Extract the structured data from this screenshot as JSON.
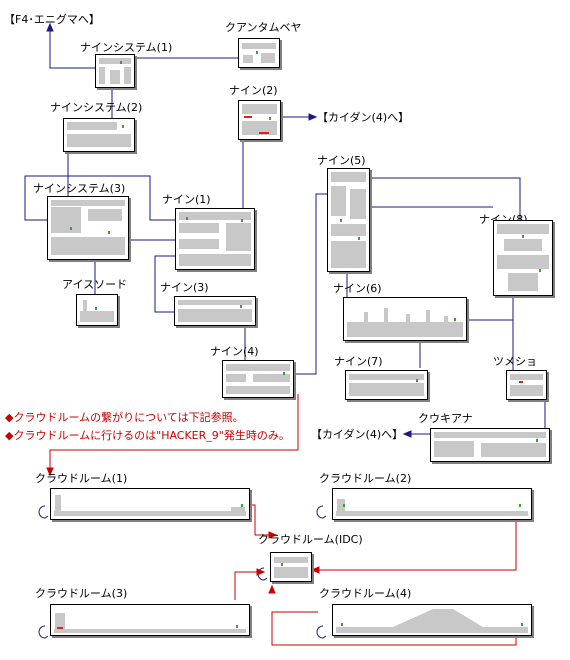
{
  "labels": {
    "to_f4": "【F4･エニグマへ】",
    "quantum": "クアンタムベヤ",
    "ninesys1": "ナインシステム(1)",
    "ninesys2": "ナインシステム(2)",
    "ninesys3": "ナインシステム(3)",
    "nine2": "ナイン(2)",
    "to_kaidan_top": "【カイダン(4)へ】",
    "nine1": "ナイン(1)",
    "nine3": "ナイン(3)",
    "nine4": "ナイン(4)",
    "nine5": "ナイン(5)",
    "nine6": "ナイン(6)",
    "nine7": "ナイン(7)",
    "nine8": "ナイン(8)",
    "icesword": "アイスソード",
    "tsumesho": "ツメショ",
    "kuukiana": "クウキアナ",
    "to_kaidan_bottom": "【カイダン(4)へ】",
    "cloud1": "クラウドルーム(1)",
    "cloud2": "クラウドルーム(2)",
    "cloud3": "クラウドルーム(3)",
    "cloud4": "クラウドルーム(4)",
    "cloud_idc": "クラウドルーム(IDC)"
  },
  "notes": {
    "line1": "◆クラウドルームの繋がりについては下記参照。",
    "line2": "◆クラウドルームに行けるのは\"HACKER_9\"発生時のみ。"
  },
  "colors": {
    "link_line": "#1a1a80",
    "cloud_line": "#cc0000",
    "floor": "#c8c8c8",
    "item_marker": "#2fa82f"
  }
}
